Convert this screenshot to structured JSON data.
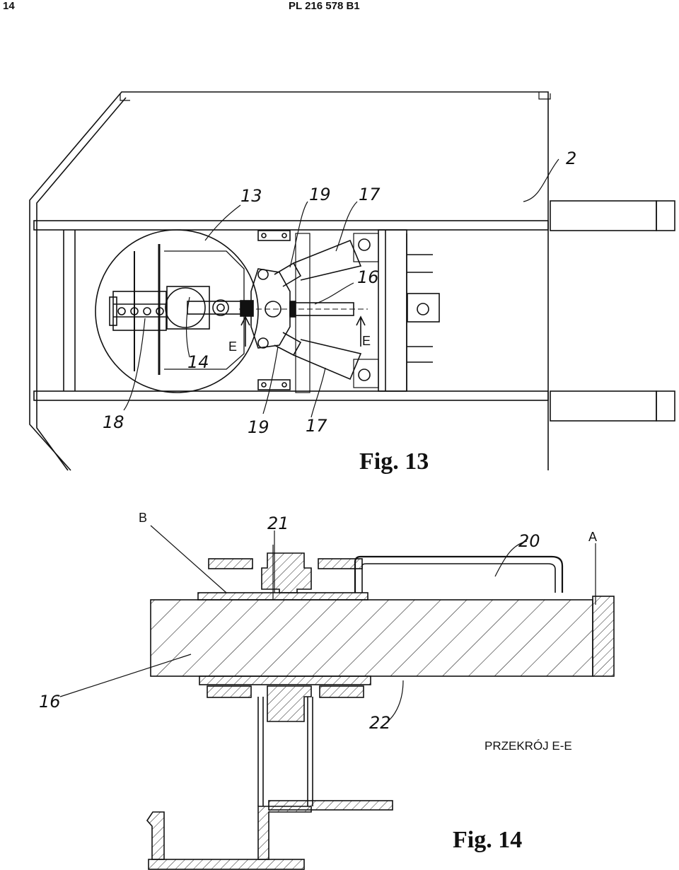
{
  "header": {
    "page_number": "14",
    "patent_id": "PL 216 578 B1"
  },
  "fig13": {
    "caption": "Fig. 13",
    "labels": {
      "l2": "2",
      "l13": "13",
      "l19a": "19",
      "l17a": "17",
      "l16": "16",
      "l14": "14",
      "l18": "18",
      "l19b": "19",
      "l17b": "17",
      "e1": "E",
      "e2": "E"
    }
  },
  "fig14": {
    "caption": "Fig. 14",
    "section_label": "PRZEKRÓJ E-E",
    "labels": {
      "B": "B",
      "l21": "21",
      "l20": "20",
      "A": "A",
      "l16": "16",
      "l22": "22"
    }
  }
}
